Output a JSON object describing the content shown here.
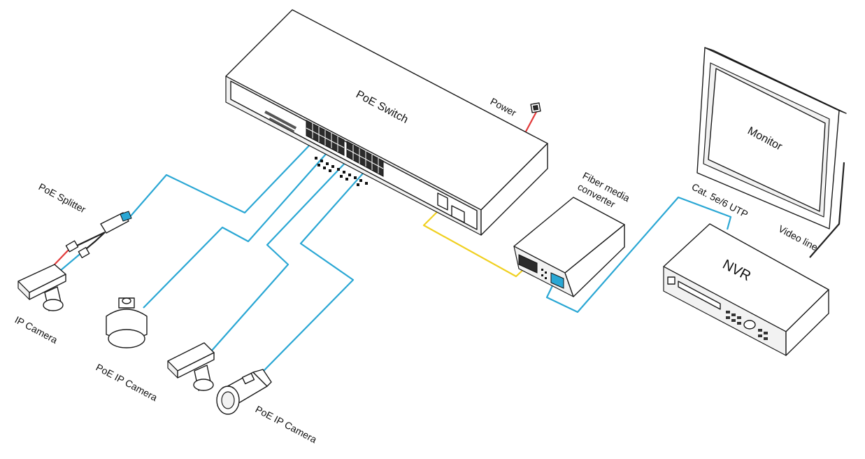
{
  "labels": {
    "poe_switch": "PoE  Switch",
    "power": "Power",
    "fiber_line1": "Fiber media",
    "fiber_line2": "converter",
    "monitor": "Monitor",
    "cat_utp": "Cat. 5e/6 UTP",
    "video_line": "Video line",
    "nvr": "NVR",
    "poe_splitter": "PoE Splitter",
    "ip_camera": "IP Camera",
    "poe_ip_camera_1": "PoE IP Camera",
    "poe_ip_camera_2": "PoE IP Camera"
  },
  "colors": {
    "ethernet_cable": "#2aa7d4",
    "fiber_cable": "#f0d020",
    "power_cable": "#e23a3a",
    "video_cable": "#222222"
  }
}
